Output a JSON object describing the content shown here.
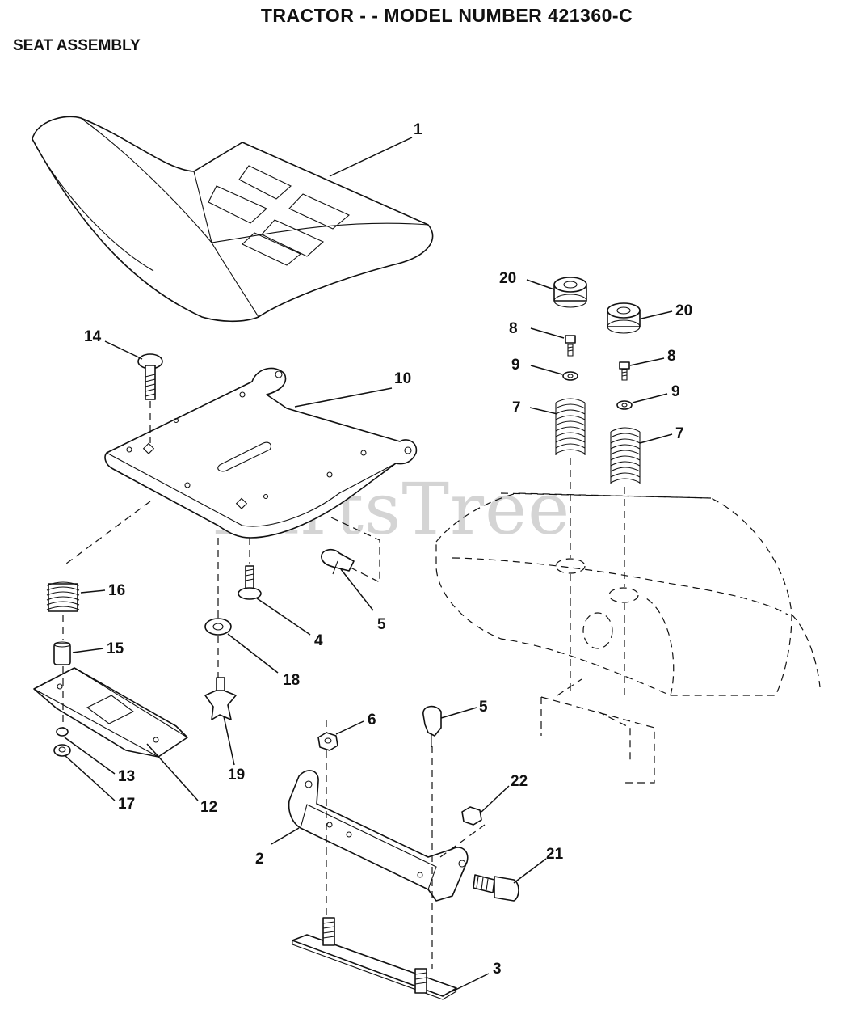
{
  "header": {
    "title": "TRACTOR - - MODEL NUMBER 421360-C",
    "section": "SEAT ASSEMBLY"
  },
  "watermark": "PartsTree",
  "callouts": {
    "c1": "1",
    "c2": "2",
    "c3": "3",
    "c4": "4",
    "c5a": "5",
    "c5b": "5",
    "c6": "6",
    "c7a": "7",
    "c7b": "7",
    "c8a": "8",
    "c8b": "8",
    "c9a": "9",
    "c9b": "9",
    "c10": "10",
    "c12": "12",
    "c13": "13",
    "c14": "14",
    "c15": "15",
    "c16": "16",
    "c17": "17",
    "c18": "18",
    "c19": "19",
    "c20a": "20",
    "c20b": "20",
    "c21": "21",
    "c22": "22"
  }
}
